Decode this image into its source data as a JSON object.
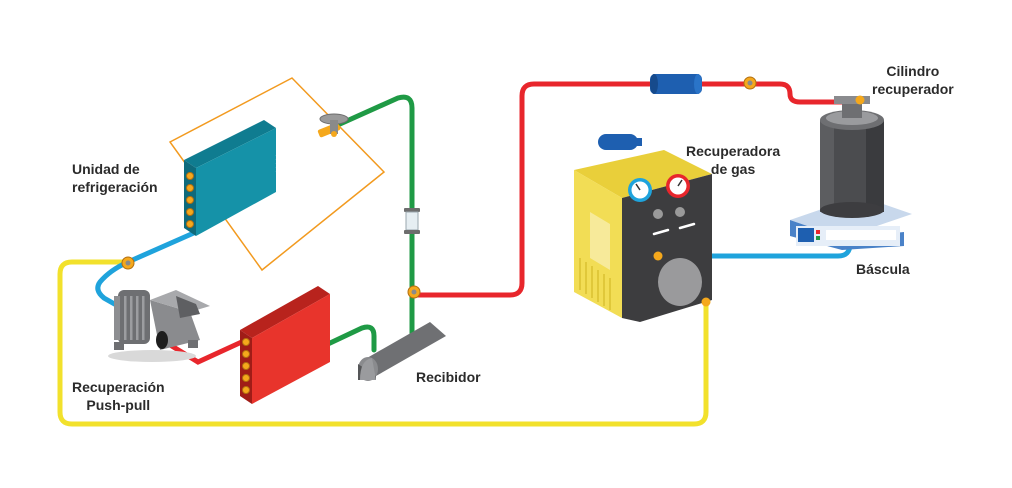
{
  "labels": {
    "refrigeration_unit": [
      "Unidad de",
      "refrigeración"
    ],
    "push_pull": [
      "Recuperación",
      "Push-pull"
    ],
    "receiver": "Recibidor",
    "gas_recovery": [
      "Recuperadora",
      "de gas"
    ],
    "cylinder": [
      "Cilindro",
      "recuperador"
    ],
    "scale": "Báscula"
  },
  "colors": {
    "liquid_line": "#e8262c",
    "vapor_line": "#1fa3dc",
    "green_line": "#1f9a45",
    "yellow_line": "#f2e12c",
    "outline_box": "#f29a1f",
    "evaporator_coil": "#1592a8",
    "condenser_coil": "#e8342c",
    "recovery_machine": "#f2dd55",
    "valve": "#f5a81c",
    "dark_gray": "#3d3d3f",
    "text": "#2b2b2b"
  }
}
